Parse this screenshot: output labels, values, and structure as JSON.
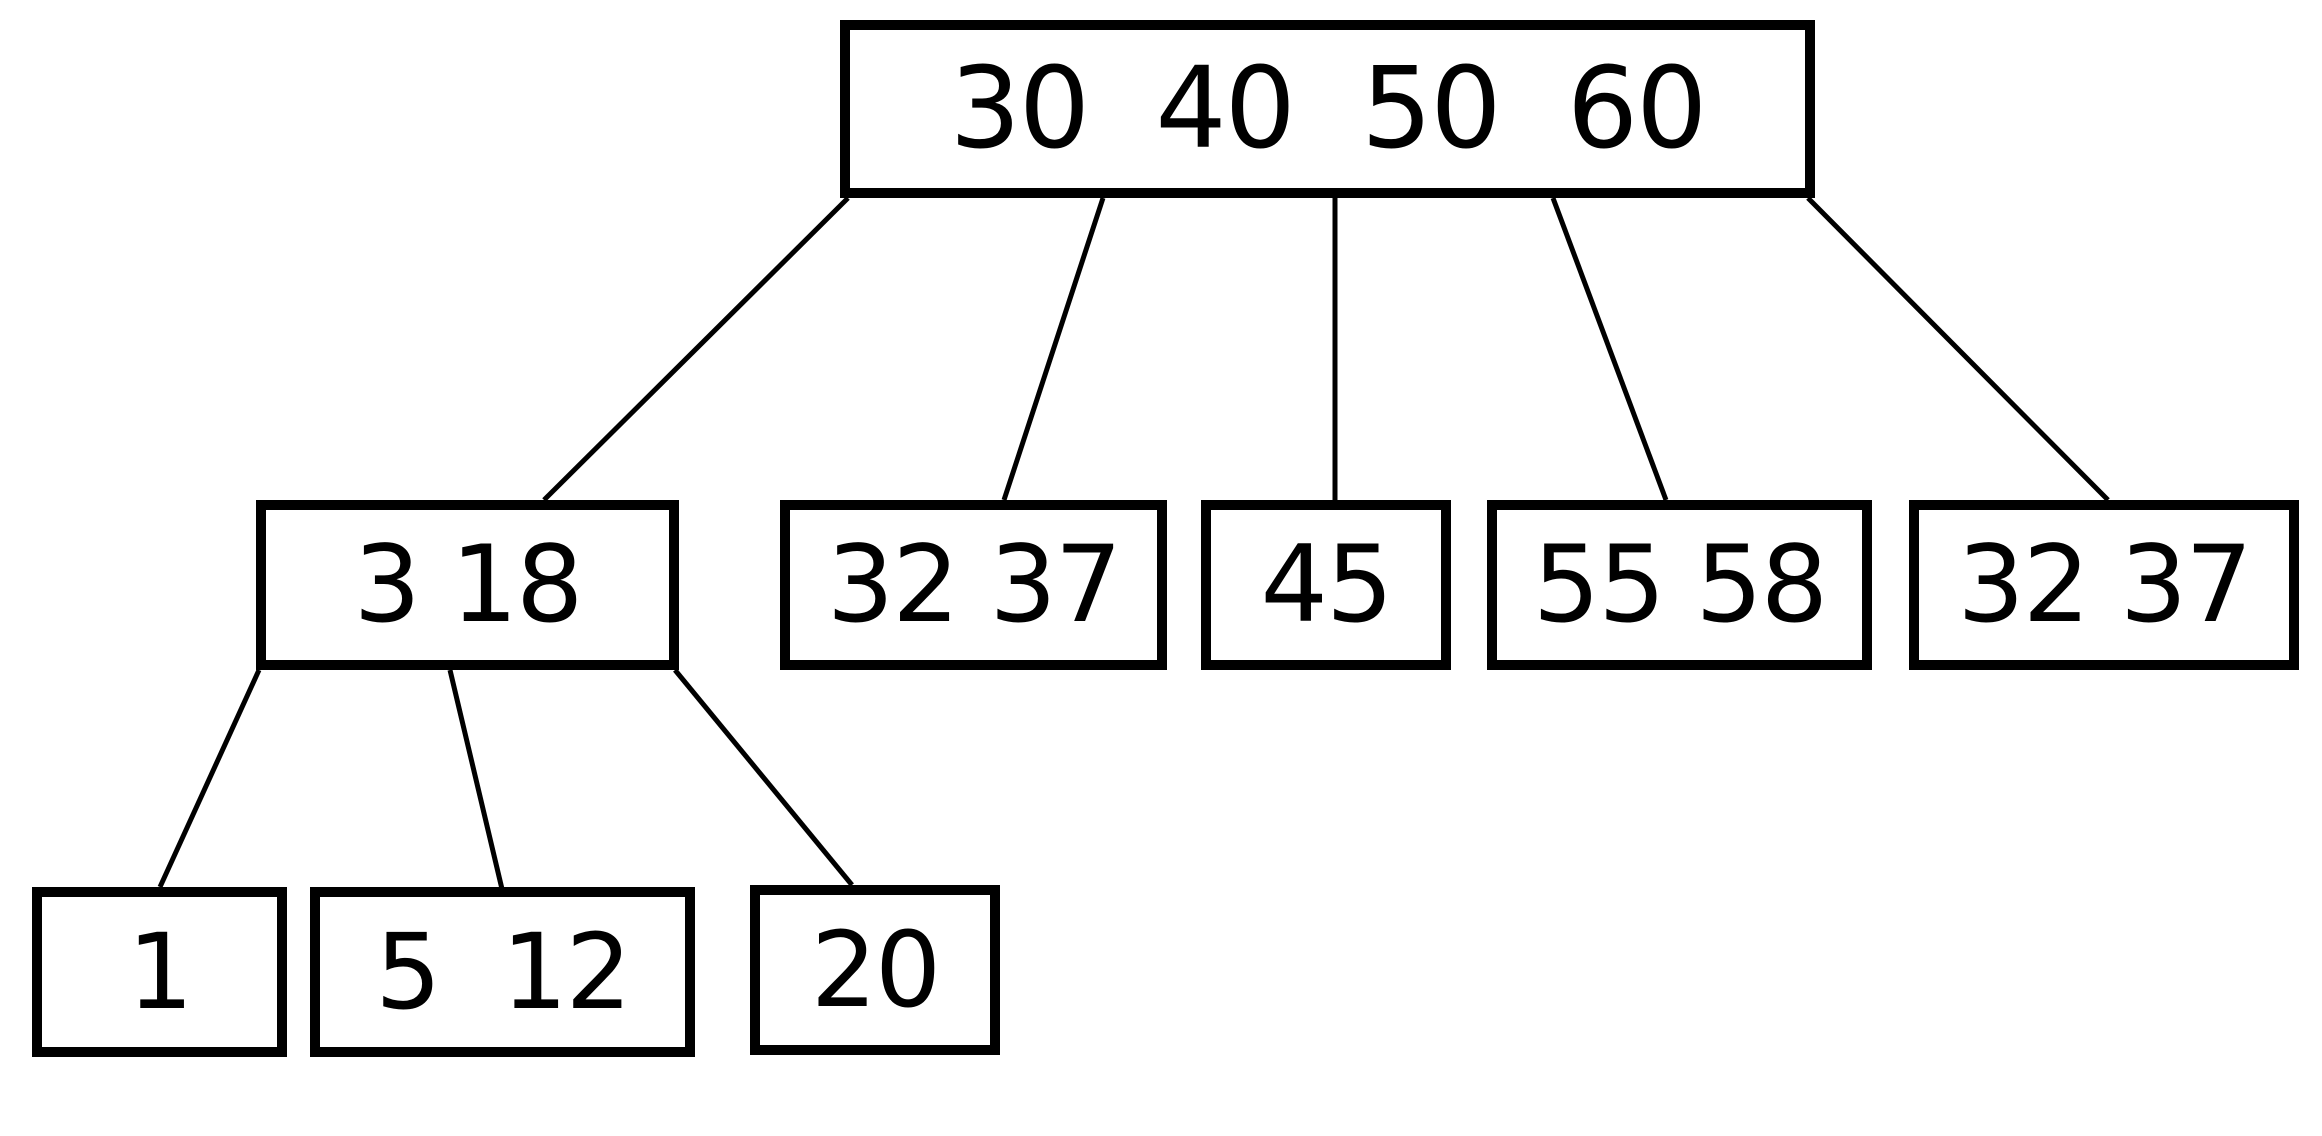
{
  "diagram": {
    "type": "B-tree",
    "colors": {
      "stroke": "#000000",
      "background": "#ffffff",
      "text": "#000000"
    },
    "root": {
      "label": "30  40  50  60"
    },
    "level1": [
      {
        "label": "3 18"
      },
      {
        "label": "32 37"
      },
      {
        "label": "45"
      },
      {
        "label": "55 58"
      },
      {
        "label": "32 37"
      }
    ],
    "level2": [
      {
        "label": "1"
      },
      {
        "label": "5  12"
      },
      {
        "label": "20"
      }
    ]
  }
}
